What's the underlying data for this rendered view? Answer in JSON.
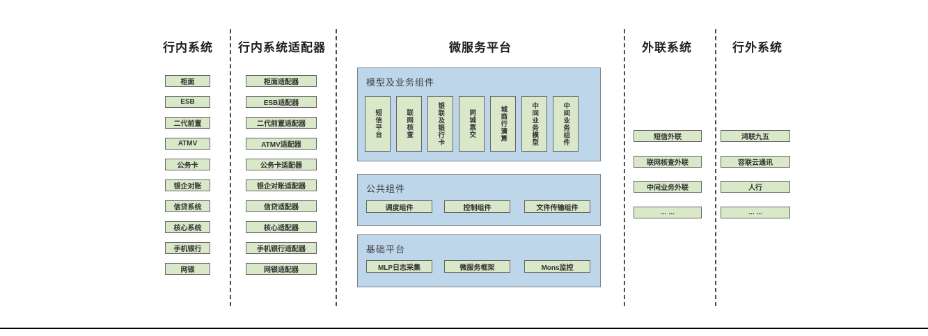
{
  "columns": [
    {
      "title": "行内系统",
      "boxes": [
        "柜面",
        "ESB",
        "二代前置",
        "ATMV",
        "公务卡",
        "银企对账",
        "信贷系统",
        "核心系统",
        "手机银行",
        "网银"
      ]
    },
    {
      "title": "行内系统适配器",
      "boxes": [
        "柜面适配器",
        "ESB适配器",
        "二代前置适配器",
        "ATMV适配器",
        "公务卡适配器",
        "银企对账适配器",
        "信贷适配器",
        "核心适配器",
        "手机银行适配器",
        "网银适配器"
      ]
    },
    {
      "title": "外联系统",
      "boxes": [
        "短信外联",
        "联网核查外联",
        "中间业务外联",
        "... ..."
      ]
    },
    {
      "title": "行外系统",
      "boxes": [
        "鸿联九五",
        "容联云通讯",
        "人行",
        "... ..."
      ]
    }
  ],
  "platform": {
    "title": "微服务平台",
    "sections": [
      {
        "label": "模型及业务组件",
        "items": [
          "短信平台",
          "联网核查",
          "银联及银行卡",
          "同城票交",
          "城商行清算",
          "中间业务模型",
          "中间业务组件"
        ]
      },
      {
        "label": "公共组件",
        "items": [
          "调度组件",
          "控制组件",
          "文件传输组件"
        ]
      },
      {
        "label": "基础平台",
        "items": [
          "MLP日志采集",
          "微服务框架",
          "Mons监控"
        ]
      }
    ]
  },
  "colors": {
    "box_fill": "#d9e8c9",
    "box_border": "#646464",
    "panel_fill": "#bdd6ea",
    "panel_border": "#7f7f7f",
    "divider": "#4d4d4d",
    "baseline": "#000000"
  }
}
